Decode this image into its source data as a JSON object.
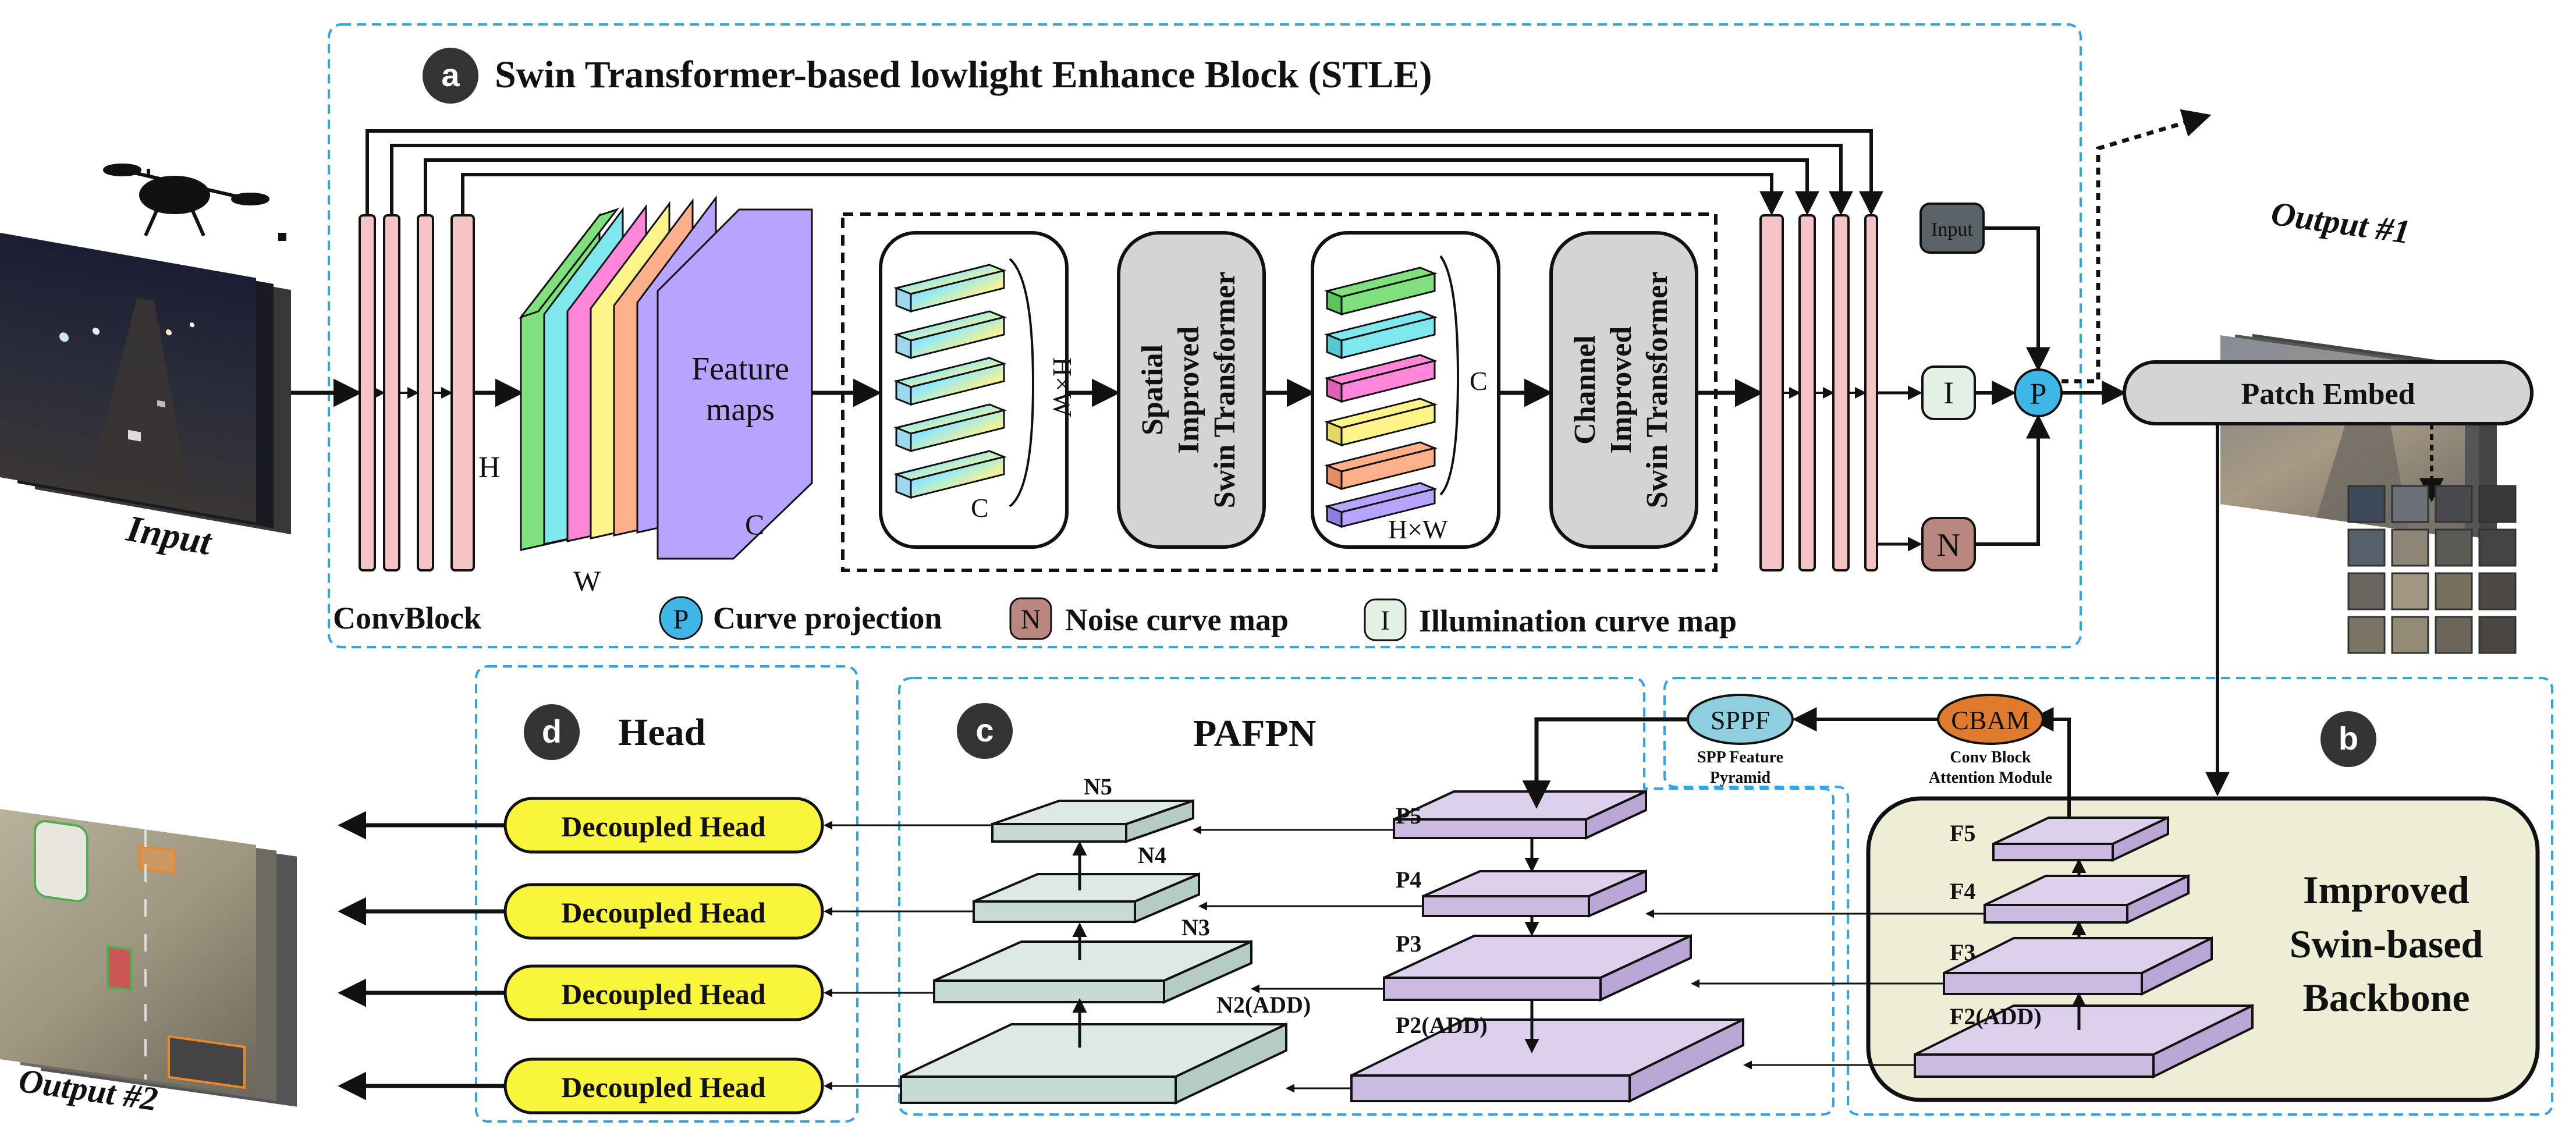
{
  "section_a": {
    "badge": "a",
    "title": "Swin Transformer-based lowlight Enhance Block (STLE)"
  },
  "section_b": {
    "badge": "b",
    "backbone_line1": "Improved",
    "backbone_line2": "Swin-based",
    "backbone_line3": "Backbone"
  },
  "section_c": {
    "badge": "c",
    "title": "PAFPN"
  },
  "section_d": {
    "badge": "d",
    "title": "Head"
  },
  "input_label": "Input",
  "output1_label": "Output #1",
  "output2_label": "Output #2",
  "conv_block_label": "ConvBlock",
  "feature_maps": {
    "line1": "Feature",
    "line2": "maps",
    "h": "H",
    "w": "W",
    "c": "C"
  },
  "tensor1": {
    "hw": "H×W",
    "c": "C"
  },
  "tensor2": {
    "hw": "H×W",
    "c": "C"
  },
  "spatial_block": {
    "line1": "Spatial",
    "line2": "Improved",
    "line3": "Swin Transformer"
  },
  "channel_block": {
    "line1": "Channel",
    "line2": "Improved",
    "line3": "Swin Transformer"
  },
  "curve_nodes": {
    "input": "Input",
    "i": "I",
    "n": "N",
    "p": "P"
  },
  "patch_embed": "Patch Embed",
  "legend": [
    {
      "symbol": "P",
      "text": "Curve projection",
      "color": "#3fb6e8"
    },
    {
      "symbol": "N",
      "text": "Noise curve map",
      "color": "#b98680"
    },
    {
      "symbol": "I",
      "text": "Illumination curve map",
      "color": "#e2f1e3"
    }
  ],
  "sppf": {
    "label": "SPPF",
    "caption1": "SPP Feature",
    "caption2": "Pyramid"
  },
  "cbam": {
    "label": "CBAM",
    "caption1": "Conv Block",
    "caption2": "Attention Module"
  },
  "backbone_levels": [
    "F5",
    "F4",
    "F3",
    "F2(ADD)"
  ],
  "p_levels": [
    "P5",
    "P4",
    "P3",
    "P2(ADD)"
  ],
  "n_levels": [
    "N5",
    "N4",
    "N3",
    "N2(ADD)"
  ],
  "head_labels": [
    "Decoupled Head",
    "Decoupled Head",
    "Decoupled Head",
    "Decoupled Head"
  ],
  "colors": {
    "dash_blue": "#2fa4e7",
    "pink": "#f6c4c4",
    "gray_block": "#d4d4d4",
    "yellow": "#f9f53a",
    "backbone_bg": "#eeeed6",
    "plate_purple": "#ddd0ec",
    "plate_green": "#dce9e6",
    "sppf": "#8fcfdf",
    "cbam": "#e07a2c",
    "red_label": "#e8262c"
  }
}
